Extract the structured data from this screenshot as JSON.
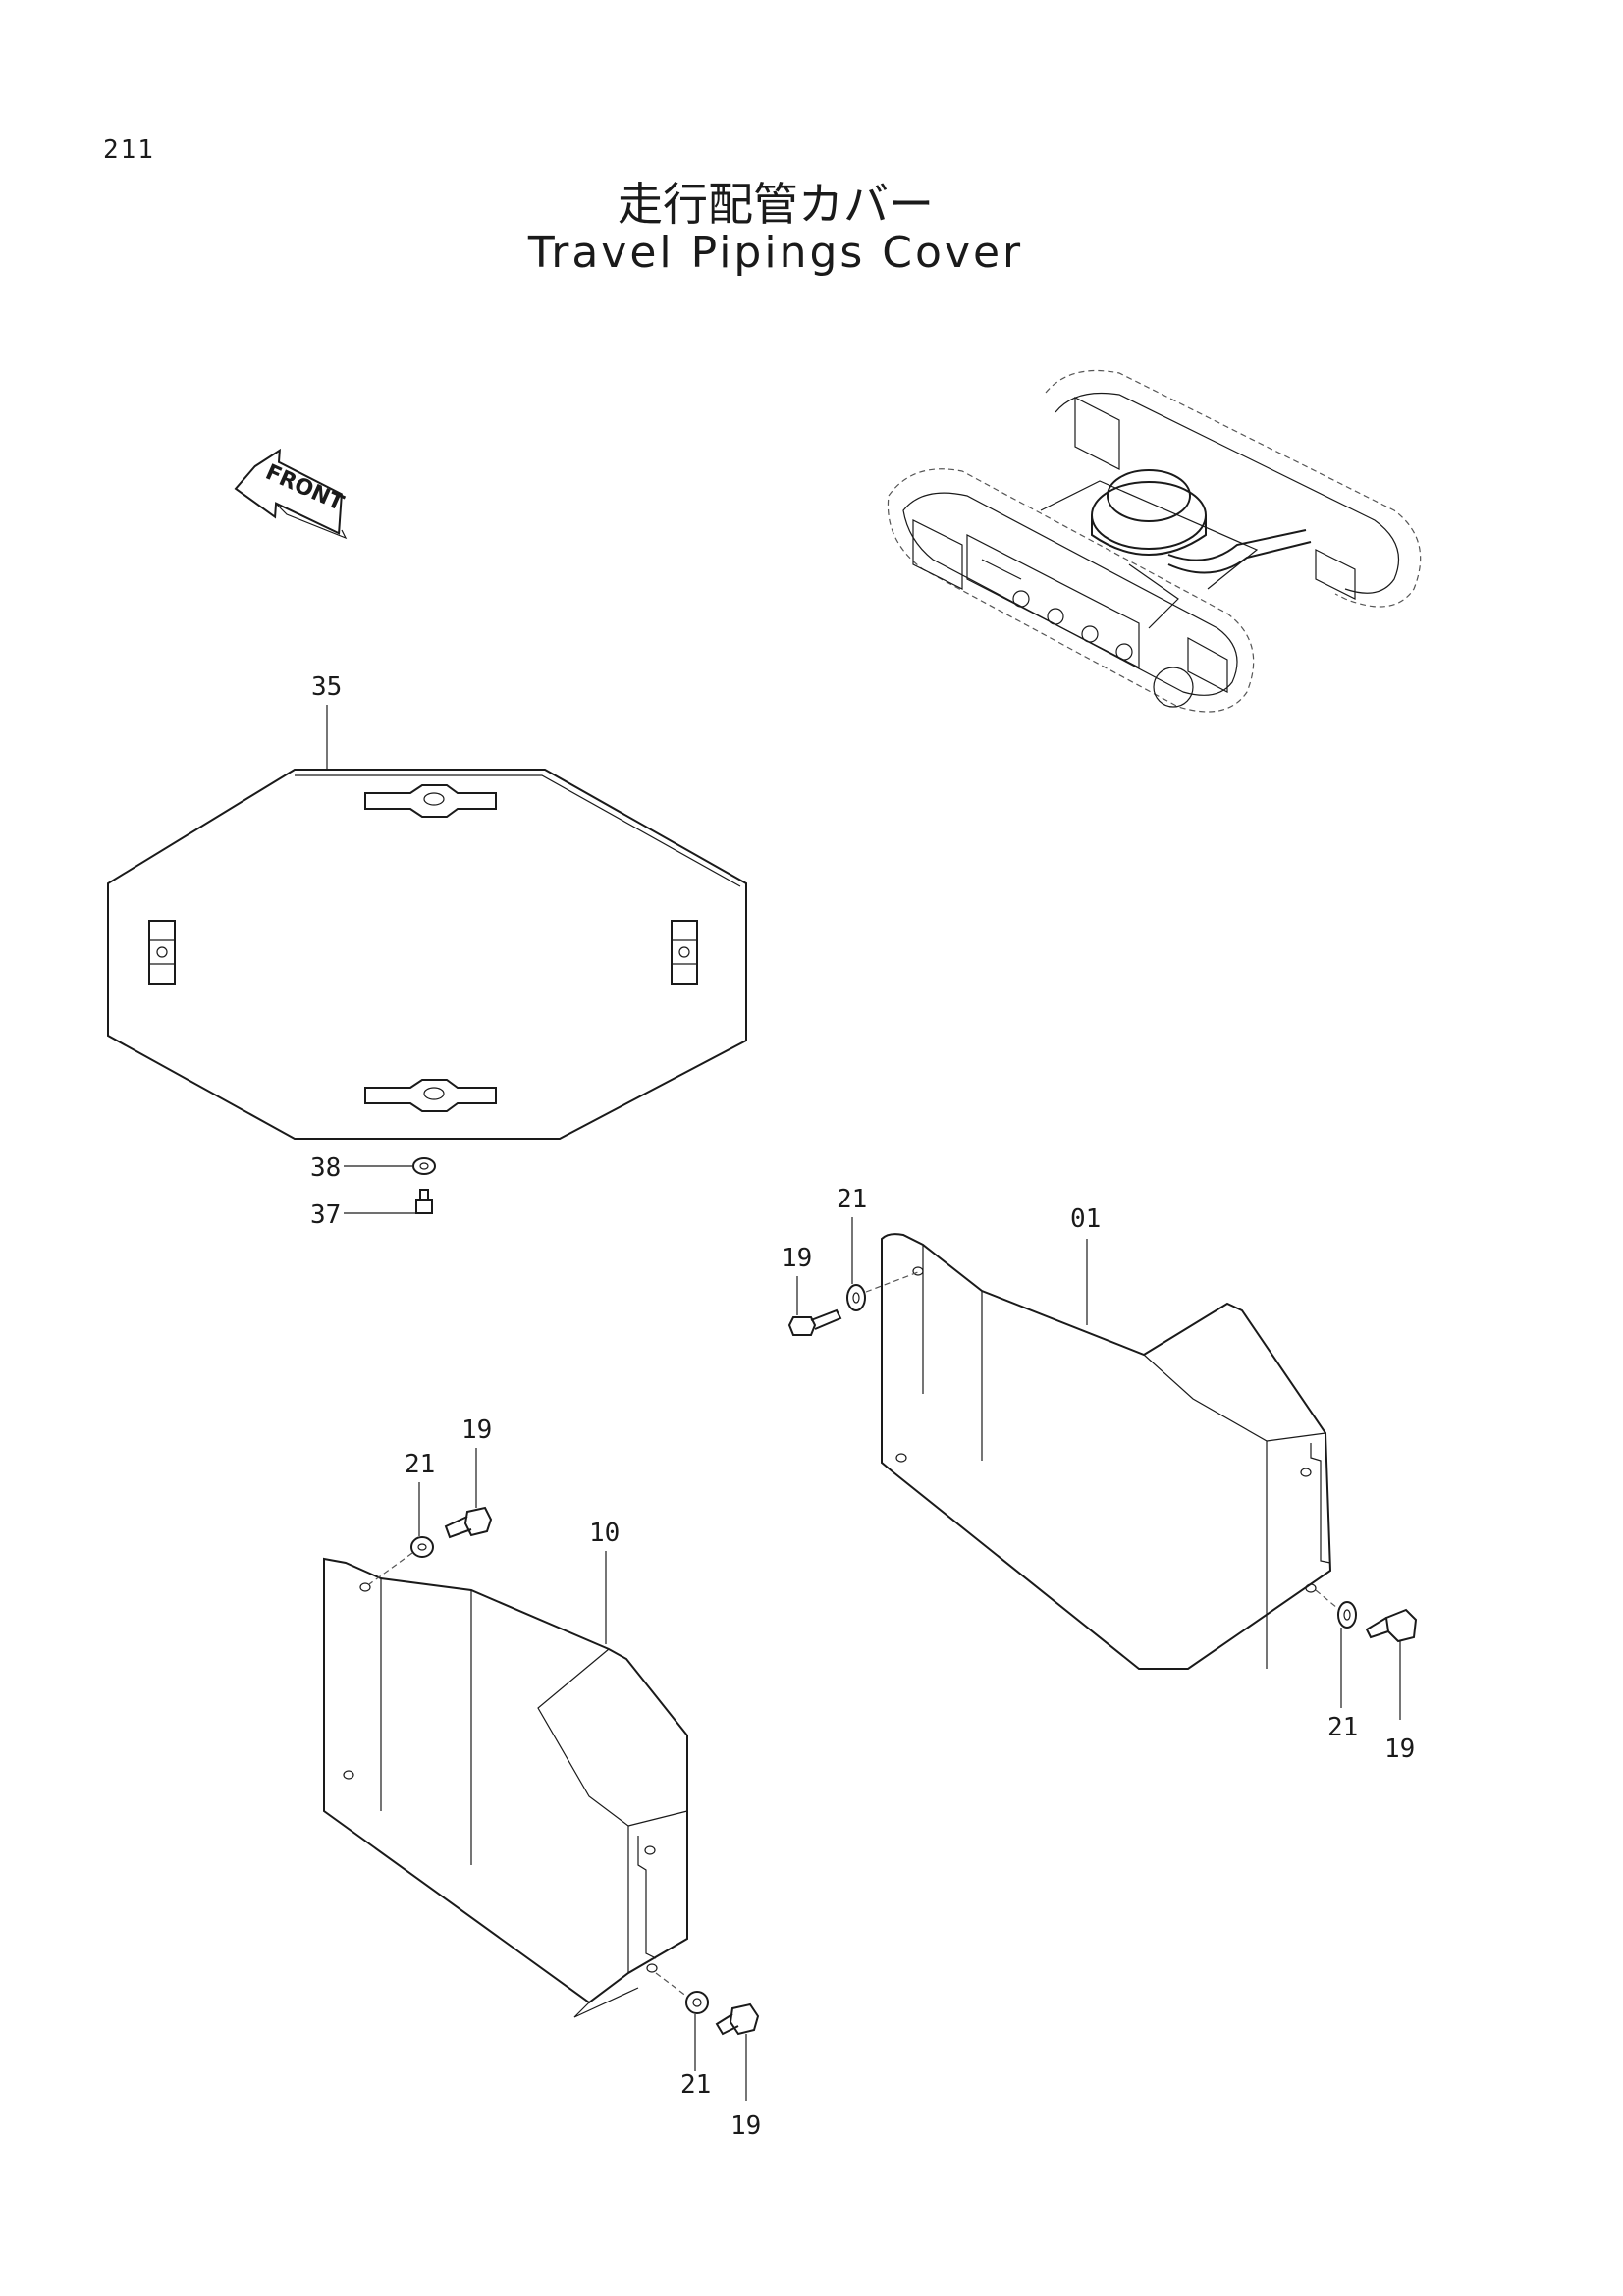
{
  "page": {
    "number": "211"
  },
  "title": {
    "japanese": "走行配管カバー",
    "english": "Travel Pipings Cover"
  },
  "front_marker": "FRONT",
  "callouts": {
    "c35": "35",
    "c38": "38",
    "c37": "37",
    "c21_a": "21",
    "c19_a": "19",
    "c01": "01",
    "c21_b": "21",
    "c19_b": "19",
    "c21_c": "21",
    "c19_c": "19",
    "c10": "10",
    "c21_d": "21",
    "c19_d": "19"
  }
}
